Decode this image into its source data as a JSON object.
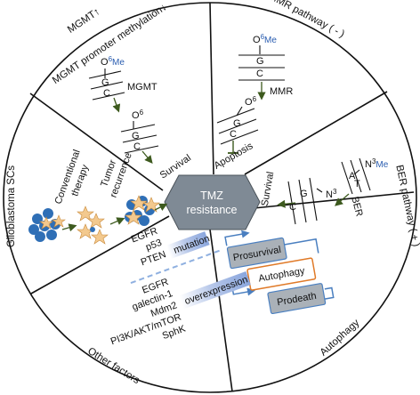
{
  "center": {
    "line1": "TMZ",
    "line2": "resistance"
  },
  "mgmt_section": {
    "title_line1": "MGMT↑",
    "title_line2": "MGMT promoter methylation↓",
    "o6me_O": "O",
    "o6me_sup": "6",
    "o6me_me": "Me",
    "g": "G",
    "c": "C",
    "enzyme": "MGMT",
    "o6_O": "O",
    "o6_sup": "6",
    "outcome": "Survival"
  },
  "mmr_section": {
    "title": "MMR pathway ( - )",
    "o6me_O": "O",
    "o6me_sup": "6",
    "o6me_me": "Me",
    "g": "G",
    "c": "C",
    "enzyme": "MMR",
    "o6_O": "O",
    "o6_sup": "6",
    "outcome": "Apoptosis"
  },
  "ber_section": {
    "title": "BER pathway ( + )",
    "n3me_N": "N",
    "n3me_sup": "3",
    "n3me_me": "Me",
    "a": "A",
    "t": "T",
    "enzyme": "BER",
    "n3_N": "N",
    "n3_sup": "3",
    "g": "G",
    "c": "C",
    "outcome": "Survival"
  },
  "autophagy_section": {
    "title": "Autophagy",
    "prosurvival": "Prosurvival",
    "autophagy": "Autophagy",
    "prodeath": "Prodeath"
  },
  "other_section": {
    "title": "Other factors",
    "mutation_genes": [
      "EGFR",
      "p53",
      "PTEN"
    ],
    "mutation_label": "mutation",
    "overexpression_genes": [
      "EGFR",
      "galectin-1",
      "Mdm2",
      "PI3K/AKT/mTOR",
      "SphK"
    ],
    "overexpression_label": "overexpression"
  },
  "gsc_section": {
    "title": "Glioblastoma SCs",
    "step1_line1": "Conventional",
    "step1_line2": "therapy",
    "step2_line1": "Tumor",
    "step2_line2": "recurrence"
  },
  "colors": {
    "hexagon": "#7f8a95",
    "cell_blue": "#2f6fb6",
    "star_fill": "#f3c98e",
    "arrow_green": "#3d5a1e",
    "accent_blue": "#2a5db0",
    "autophagy_border": "#e07a28",
    "box_gray": "#aab1b8"
  }
}
